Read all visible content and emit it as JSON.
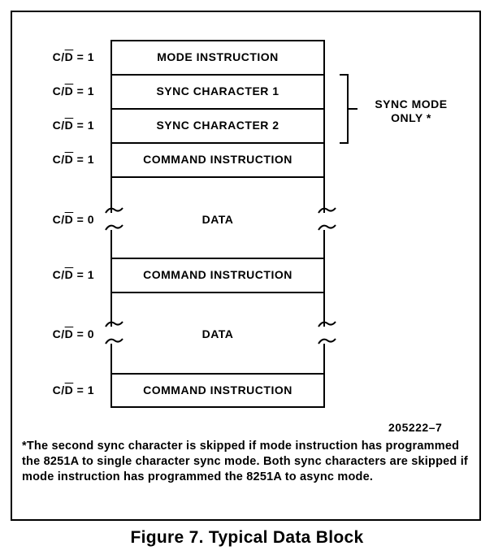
{
  "rows": [
    {
      "cd_prefix": "C/",
      "cd_bar": "D",
      "cd_value": " = 1",
      "block": "MODE INSTRUCTION"
    },
    {
      "cd_prefix": "C/",
      "cd_bar": "D",
      "cd_value": " = 1",
      "block": "SYNC CHARACTER 1"
    },
    {
      "cd_prefix": "C/",
      "cd_bar": "D",
      "cd_value": " = 1",
      "block": "SYNC CHARACTER 2"
    },
    {
      "cd_prefix": "C/",
      "cd_bar": "D",
      "cd_value": " = 1",
      "block": "COMMAND INSTRUCTION"
    },
    {
      "cd_prefix": "C/",
      "cd_bar": "D",
      "cd_value": " = 0",
      "block": "DATA"
    },
    {
      "cd_prefix": "C/",
      "cd_bar": "D",
      "cd_value": " = 1",
      "block": "COMMAND INSTRUCTION"
    },
    {
      "cd_prefix": "C/",
      "cd_bar": "D",
      "cd_value": " = 0",
      "block": "DATA"
    },
    {
      "cd_prefix": "C/",
      "cd_bar": "D",
      "cd_value": " = 1",
      "block": "COMMAND INSTRUCTION"
    }
  ],
  "sync_note": {
    "line1": "SYNC MODE",
    "line2": "ONLY *"
  },
  "figure_id": "205222–7",
  "footnote": "*The second sync character is skipped if mode instruction has programmed the 8251A to single character sync mode. Both sync characters are skipped if mode instruction has programmed the 8251A to async mode.",
  "caption": "Figure 7. Typical Data Block"
}
